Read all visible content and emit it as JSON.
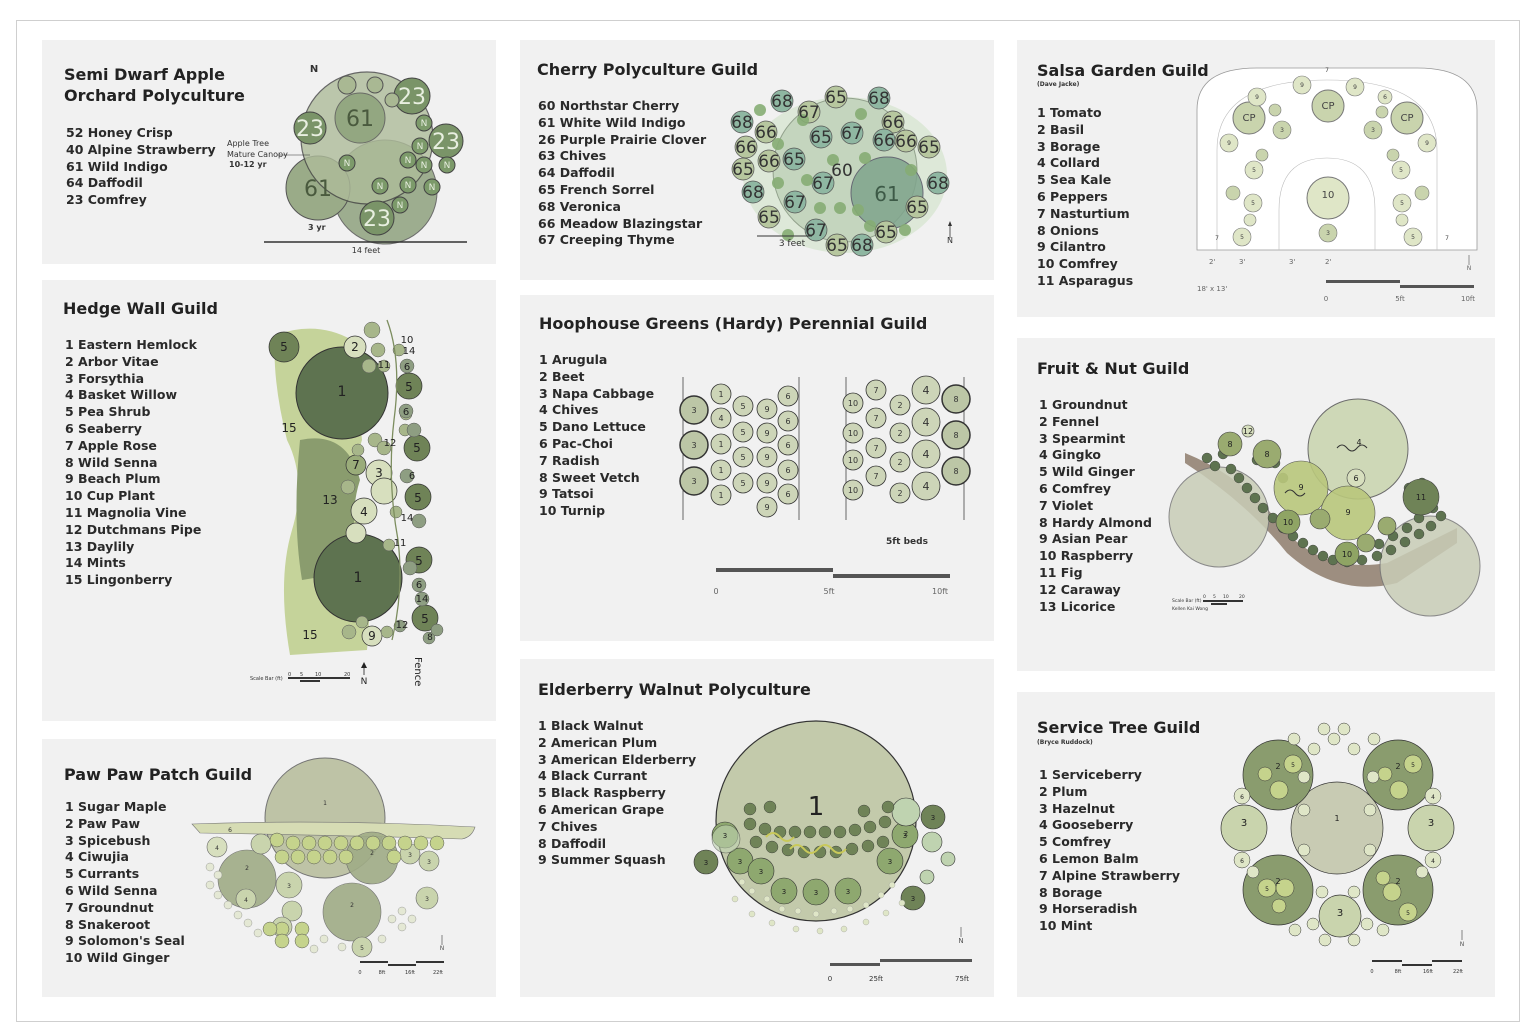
{
  "panels": {
    "apple": {
      "title_l1": "Semi Dwarf Apple",
      "title_l2": "Orchard Polyculture",
      "items": [
        "52  Honey Crisp",
        "40  Alpine Strawberry",
        "61  Wild Indigo",
        "64  Daffodil",
        "23  Comfrey"
      ],
      "canopy_l1": "Apple Tree",
      "canopy_l2": "Mature Canopy",
      "canopy_l3": "10-12 yr",
      "age": "3 yr",
      "scale": "14 feet",
      "north": "N"
    },
    "cherry": {
      "title": "Cherry Polyculture Guild",
      "items": [
        "60  Northstar Cherry",
        "61  White Wild Indigo",
        "26  Purple Prairie Clover",
        "63  Chives",
        "64  Daffodil",
        "65  French Sorrel",
        "68  Veronica",
        "66  Meadow Blazingstar",
        "67  Creeping Thyme"
      ],
      "scale": "3 feet",
      "north": "N"
    },
    "salsa": {
      "title": "Salsa Garden Guild",
      "author": "(Dave Jacke)",
      "items": [
        "1  Tomato",
        "2  Basil",
        "3  Borage",
        "4  Collard",
        "5  Sea Kale",
        "6  Peppers",
        "7  Nasturtium",
        "8  Onions",
        "9  Cilantro",
        "10  Comfrey",
        "11  Asparagus"
      ],
      "dims": "18' x 13'",
      "spacing": [
        "2'",
        "3'",
        "3'",
        "2'"
      ],
      "scale_ticks": [
        "0",
        "5ft",
        "10ft"
      ],
      "north": "N"
    },
    "hedge": {
      "title": "Hedge Wall Guild",
      "items": [
        "1  Eastern Hemlock",
        "2  Arbor Vitae",
        "3  Forsythia",
        "4  Basket Willow",
        "5  Pea Shrub",
        "6  Seaberry",
        "7  Apple Rose",
        "8  Wild Senna",
        "9  Beach Plum",
        "10  Cup Plant",
        "11  Magnolia Vine",
        "12  Dutchmans Pipe",
        "13  Daylily",
        "14  Mints",
        "15  Lingonberry"
      ],
      "scale_label": "Scale Bar (ft)",
      "scale_ticks": [
        "0",
        "5",
        "10",
        "20"
      ],
      "fence": "Fence",
      "north": "N"
    },
    "hoop": {
      "title": "Hoophouse Greens (Hardy) Perennial Guild",
      "items": [
        "1  Arugula",
        "2  Beet",
        "3  Napa Cabbage",
        "4  Chives",
        "5  Dano Lettuce",
        "6  Pac-Choi",
        "7  Radish",
        "8  Sweet Vetch",
        "9  Tatsoi",
        "10  Turnip"
      ],
      "beds_label": "5ft beds",
      "scale_ticks": [
        "0",
        "5ft",
        "10ft"
      ]
    },
    "fruit": {
      "title": "Fruit & Nut Guild",
      "items": [
        "1  Groundnut",
        "2  Fennel",
        "3  Spearmint",
        "4  Gingko",
        "5  Wild Ginger",
        "6  Comfrey",
        "7  Violet",
        "8  Hardy Almond",
        "9  Asian Pear",
        "10  Raspberry",
        "11  Fig",
        "12  Caraway",
        "13  Licorice"
      ],
      "scale_label": "Scale Bar (ft)",
      "credit": "Kellen Kai Wong",
      "scale_ticks": [
        "0",
        "5",
        "10",
        "20"
      ]
    },
    "pawpaw": {
      "title": "Paw Paw Patch Guild",
      "items": [
        "1  Sugar Maple",
        "2  Paw Paw",
        "3  Spicebush",
        "4  Ciwujia",
        "5  Currants",
        "6  Wild Senna",
        "7  Groundnut",
        "8  Snakeroot",
        "9  Solomon's Seal",
        "10  Wild Ginger"
      ],
      "scale_ticks": [
        "0",
        "8ft",
        "16ft",
        "22ft"
      ],
      "north": "N"
    },
    "elder": {
      "title": "Elderberry Walnut Polyculture",
      "items": [
        "1  Black Walnut",
        "2  American Plum",
        "3  American Elderberry",
        "4  Black Currant",
        "5  Black Raspberry",
        "6  American Grape",
        "7  Chives",
        "8  Daffodil",
        "9  Summer Squash"
      ],
      "scale_ticks": [
        "0",
        "25ft",
        "75ft"
      ],
      "north": "N"
    },
    "service": {
      "title": "Service Tree Guild",
      "author": "(Bryce Ruddock)",
      "items": [
        "1  Serviceberry",
        "2  Plum",
        "3  Hazelnut",
        "4  Gooseberry",
        "5  Comfrey",
        "6  Lemon Balm",
        "7  Alpine Strawberry",
        "8  Borage",
        "9  Horseradish",
        "10  Mint"
      ],
      "scale_ticks": [
        "0",
        "8ft",
        "16ft",
        "22ft"
      ],
      "north": "N"
    }
  },
  "colors": {
    "panel_bg": "#f1f1f1",
    "dark_green": "#5e7350",
    "mid_green": "#8a9c74",
    "light_green": "#c9d4ad",
    "pale_green": "#dfe6c7",
    "teal_green": "#7fa48c"
  }
}
